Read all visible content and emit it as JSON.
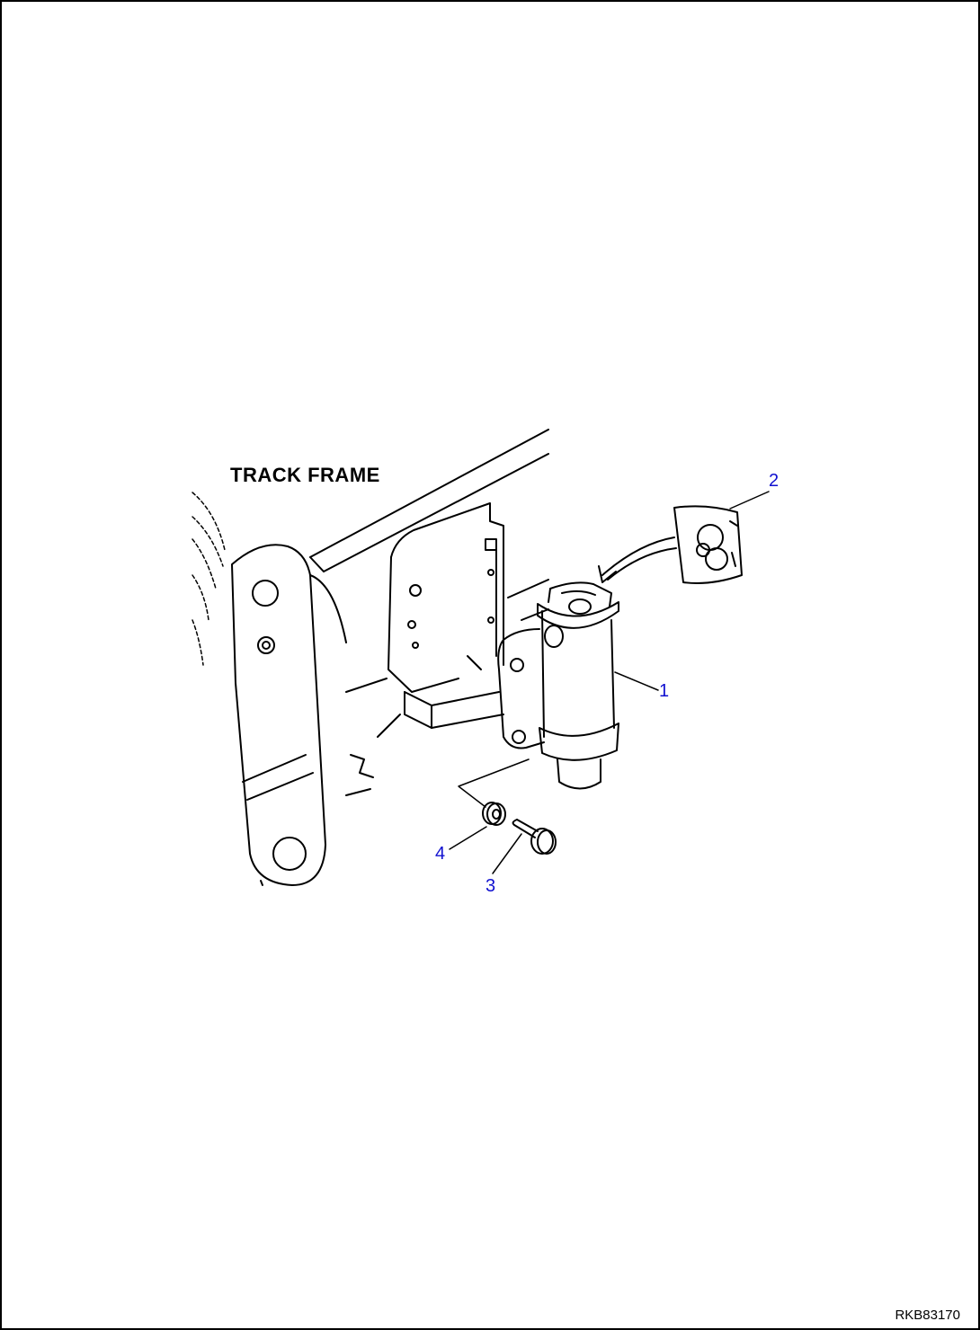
{
  "title": "TRACK FRAME",
  "callouts": {
    "c1": "1",
    "c2": "2",
    "c3": "3",
    "c4": "4"
  },
  "drawing_code": "RKB83170",
  "colors": {
    "line": "#000000",
    "callout": "#1010d0",
    "background": "#ffffff"
  }
}
